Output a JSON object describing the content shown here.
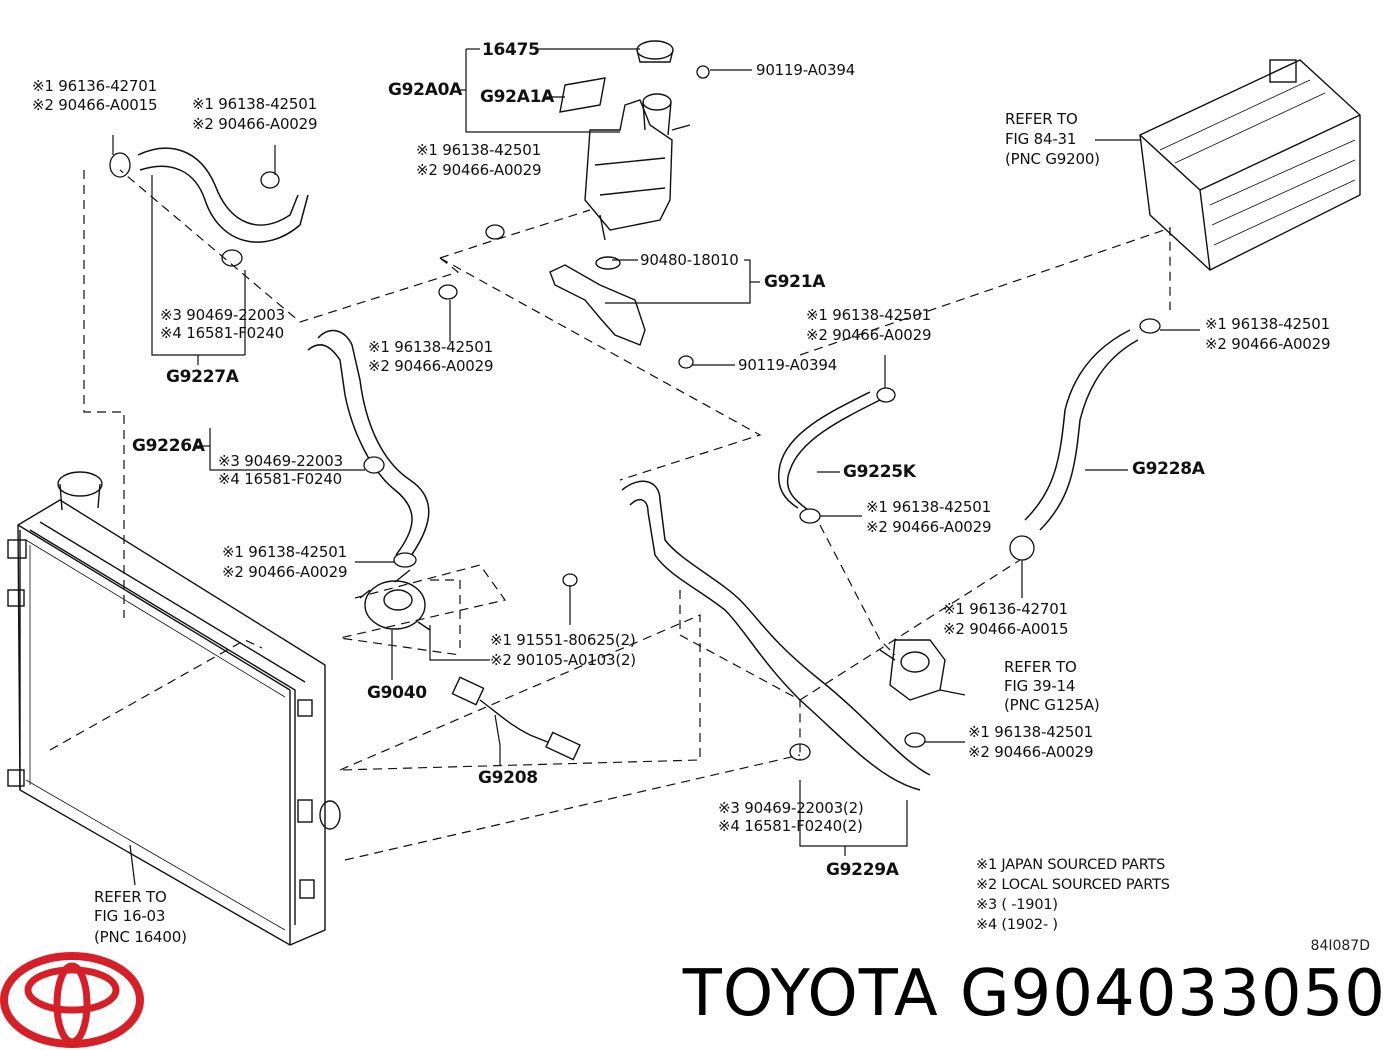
{
  "brand": {
    "name": "TOYOTA",
    "part_number": "G904033050",
    "logo": "toyota-logo",
    "color": "#d61f26"
  },
  "drawing_code": "84I087D",
  "labels": {
    "pnc_16475": "16475",
    "pnc_g92a0a": "G92A0A",
    "pnc_g92a1a": "G92A1A",
    "bolt_top": "90119-A0394",
    "reservoir_clip_1": "※1 96138-42501",
    "reservoir_clip_2": "※2 90466-A0029",
    "grommet": "90480-18010",
    "pnc_g921a": "G921A",
    "bolt_bracket": "90119-A0394",
    "top_left_clip_1": "※1 96136-42701",
    "top_left_clip_2": "※2 90466-A0015",
    "upper_hose_clip_1": "※1 96138-42501",
    "upper_hose_clip_2": "※2 90466-A0029",
    "g9227a_clip_3": "※3 90469-22003",
    "g9227a_clip_4": "※4 16581-F0240",
    "pnc_g9227a": "G9227A",
    "mid_clip_1": "※1 96138-42501",
    "mid_clip_2": "※2 90466-A0029",
    "pnc_g9226a": "G9226A",
    "g9226a_clip_3": "※3 90469-22003",
    "g9226a_clip_4": "※4 16581-F0240",
    "pump_clip_1": "※1 96138-42501",
    "pump_clip_2": "※2 90466-A0029",
    "pump_bolt_1": "※1 91551-80625(2)",
    "pump_bolt_2": "※2 90105-A0103(2)",
    "pnc_g9040": "G9040",
    "pnc_g9208": "G9208",
    "refer_inverter_1": "REFER TO",
    "refer_inverter_2": "FIG 84-31",
    "refer_inverter_3": "(PNC G9200)",
    "g9225k_top_clip_1": "※1 96138-42501",
    "g9225k_top_clip_2": "※2 90466-A0029",
    "pnc_g9225k": "G9225K",
    "g9225k_bot_clip_1": "※1 96138-42501",
    "g9225k_bot_clip_2": "※2 90466-A0029",
    "g9228a_top_clip_1": "※1 96138-42501",
    "g9228a_top_clip_2": "※2 90466-A0029",
    "pnc_g9228a": "G9228A",
    "g9228a_bot_clip_1": "※1 96136-42701",
    "g9228a_bot_clip_2": "※2 90466-A0015",
    "refer_valve_1": "REFER TO",
    "refer_valve_2": "FIG 39-14",
    "refer_valve_3": "(PNC G125A)",
    "valve_clip_1": "※1 96138-42501",
    "valve_clip_2": "※2 90466-A0029",
    "g9229a_clip_3": "※3 90469-22003(2)",
    "g9229a_clip_4": "※4 16581-F0240(2)",
    "pnc_g9229a": "G9229A",
    "refer_radiator_1": "REFER TO",
    "refer_radiator_2": "FIG 16-03",
    "refer_radiator_3": "(PNC 16400)"
  },
  "notes": [
    "※1 JAPAN SOURCED PARTS",
    "※2 LOCAL SOURCED PARTS",
    "※3 (        -1901)",
    "※4 (1902-        )"
  ]
}
